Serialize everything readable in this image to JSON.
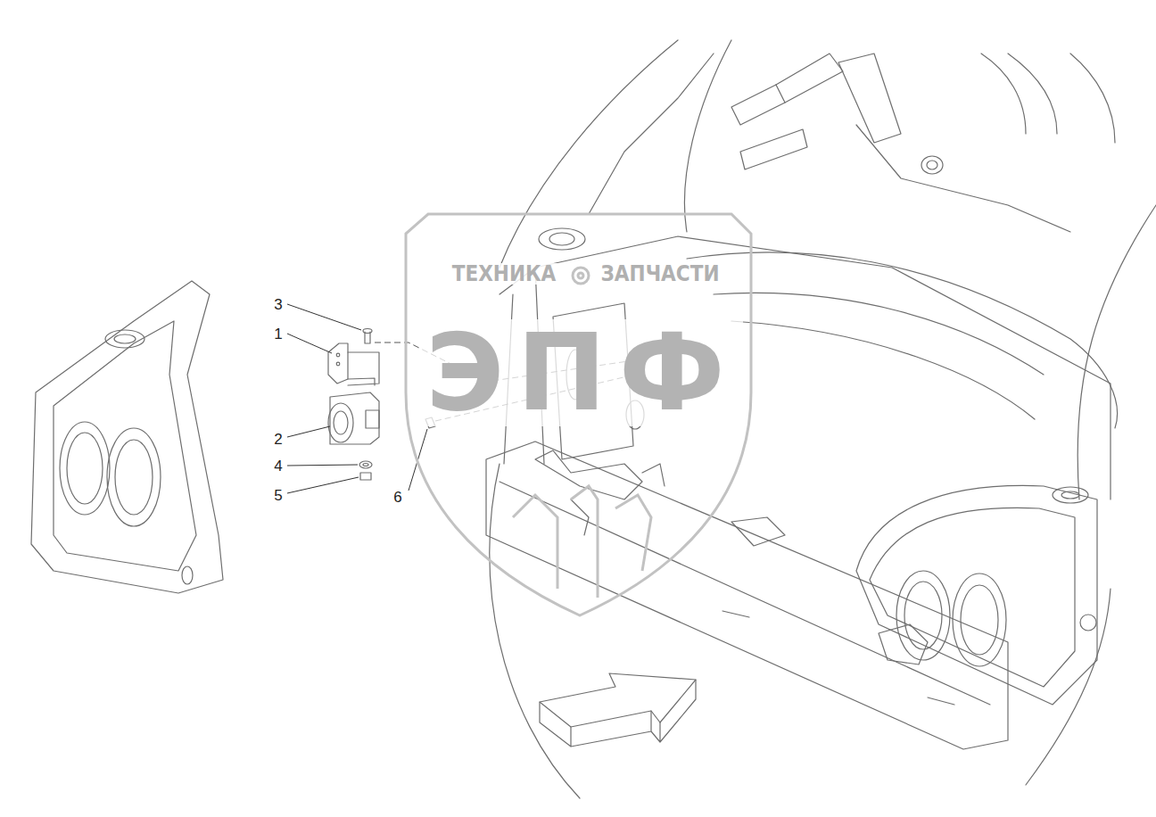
{
  "diagram": {
    "labels": [
      "3",
      "1",
      "2",
      "4",
      "5",
      "6",
      "ТЕХНИКА",
      "ЗАПЧАСТИ",
      "ЭПФ"
    ]
  }
}
